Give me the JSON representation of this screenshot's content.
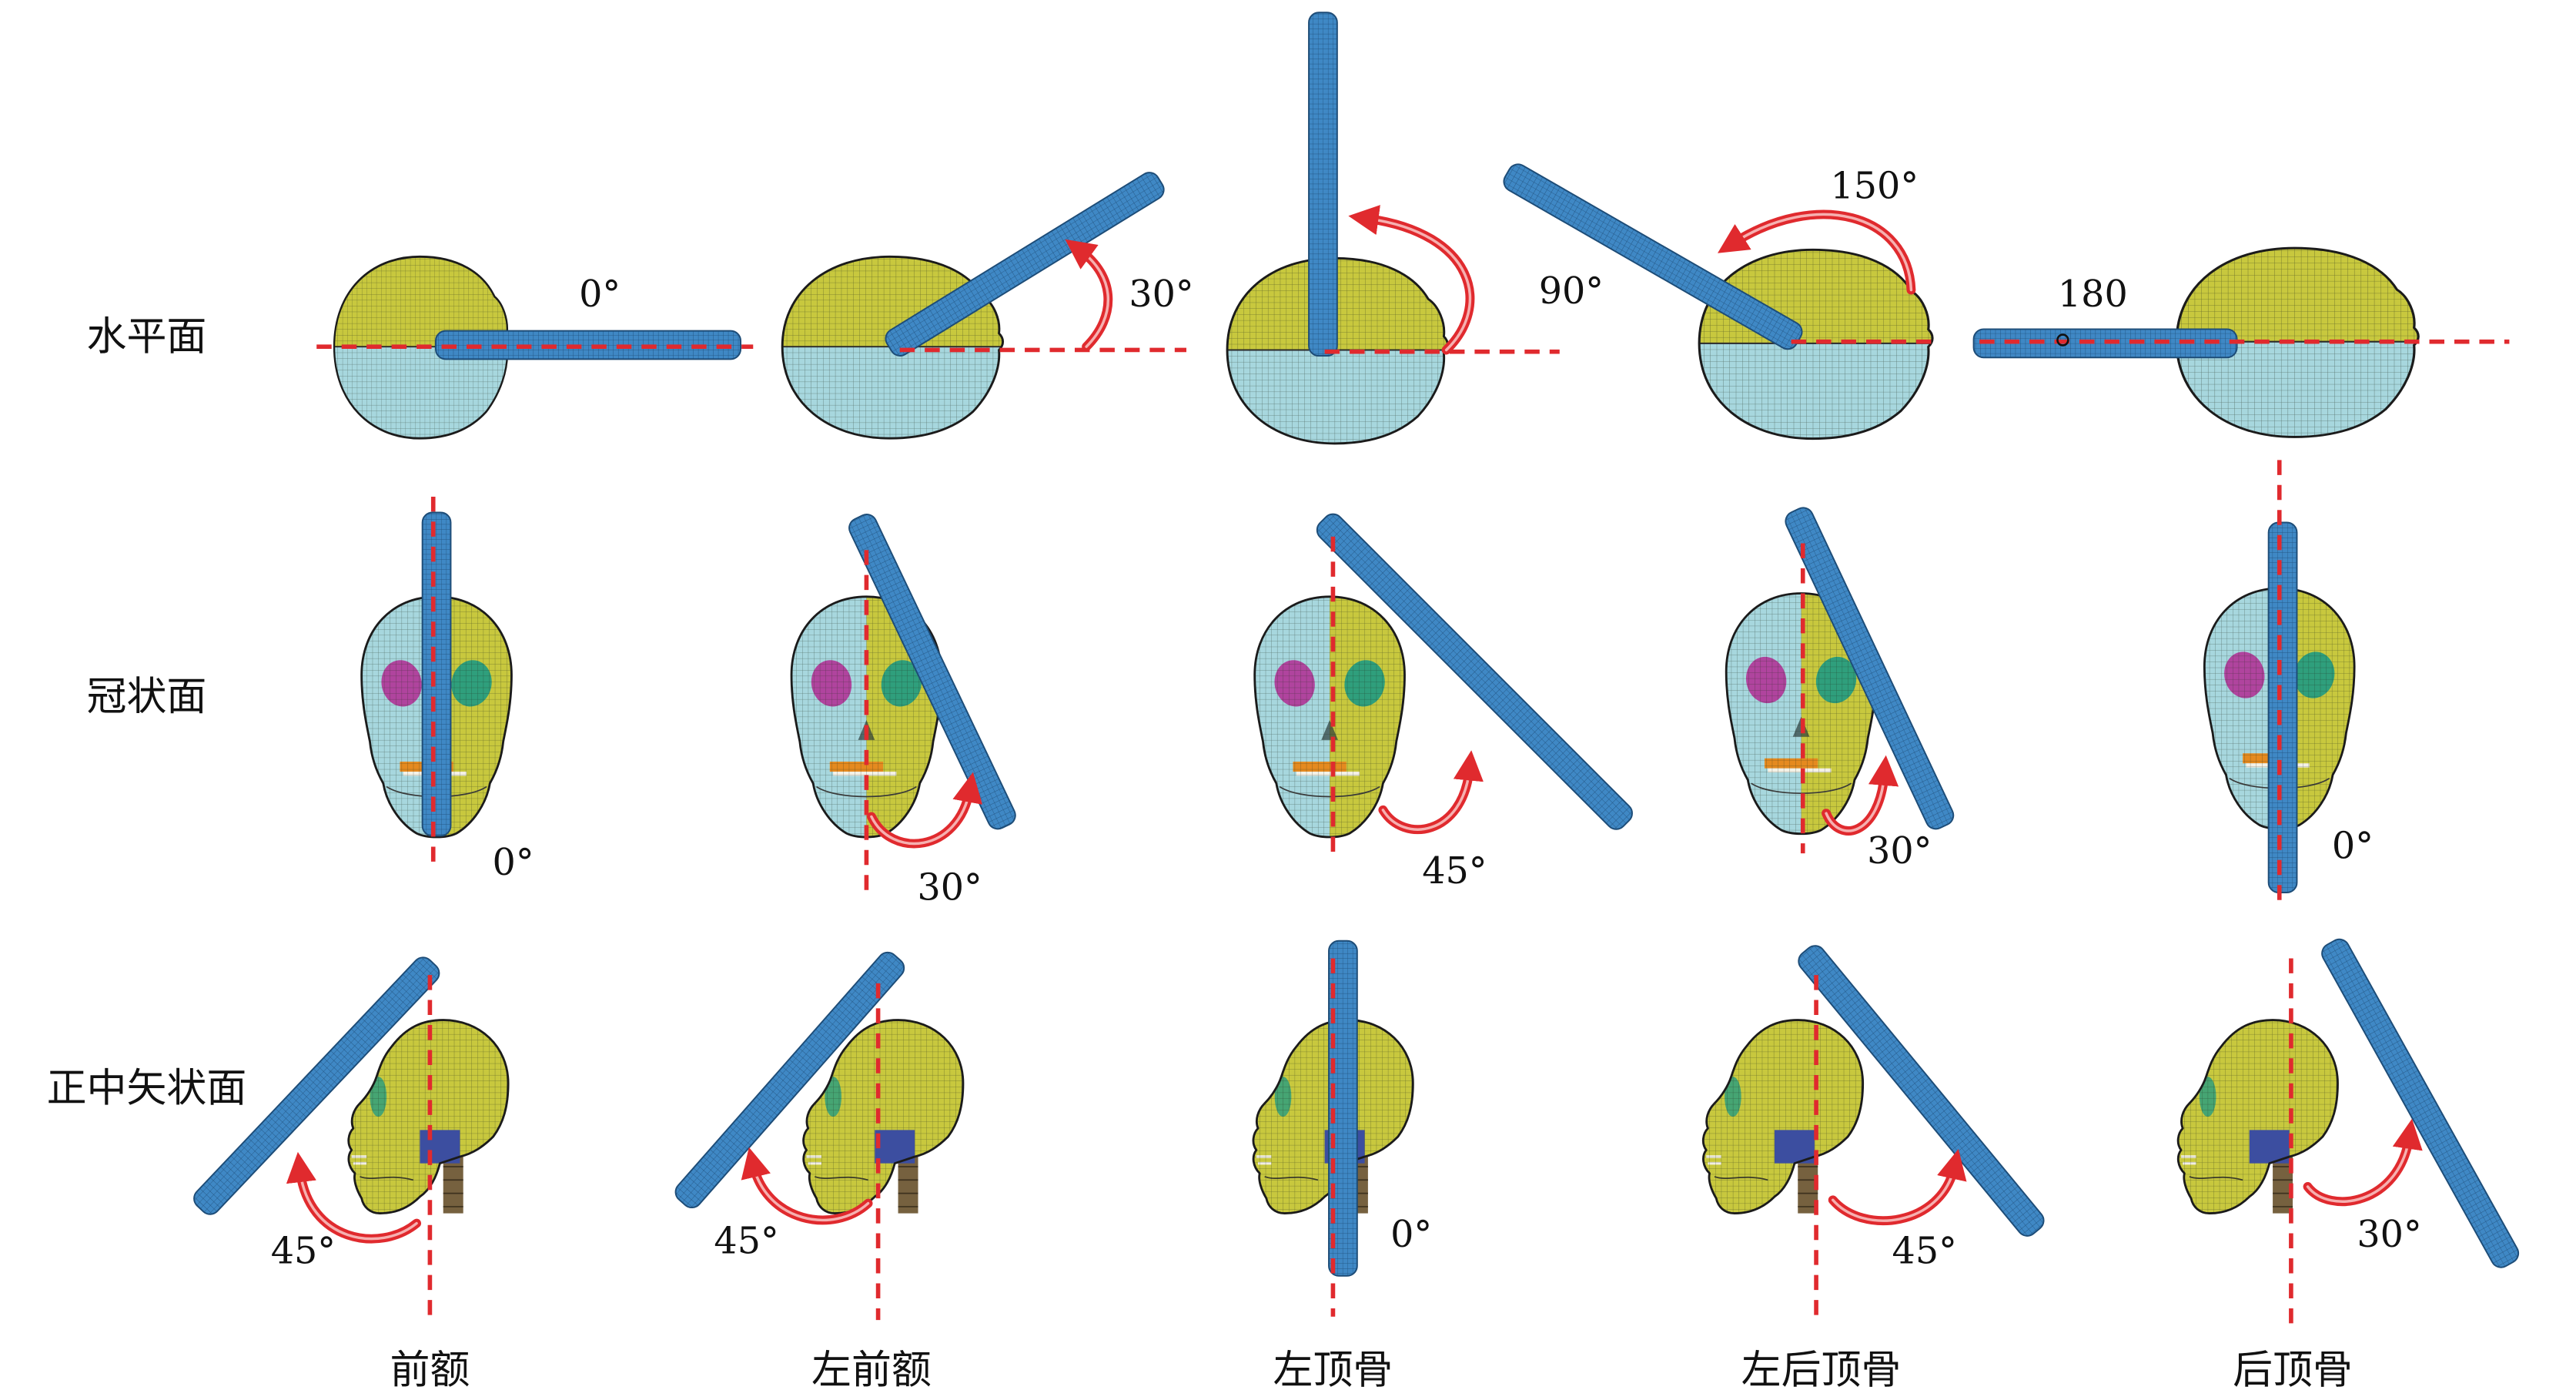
{
  "rows": [
    {
      "label": "水平面",
      "angles": [
        "0°",
        "30°",
        "90°",
        "150°",
        "180"
      ]
    },
    {
      "label": "冠状面",
      "angles": [
        "0°",
        "30°",
        "45°",
        "30°",
        "0°"
      ]
    },
    {
      "label": "正中矢状面",
      "angles": [
        "45°",
        "45°",
        "0°",
        "45°",
        "30°"
      ]
    }
  ],
  "columns": [
    "前额",
    "左前额",
    "左顶骨",
    "左后顶骨",
    "后顶骨"
  ],
  "colors": {
    "model_yellow": "#c8c83e",
    "model_cyan": "#a7d7de",
    "impactor_blue": "#3f88c5",
    "reference_red": "#e02a2e",
    "eye_left_magenta": "#b0449e",
    "eye_right_green": "#2f9f7c",
    "teeth_orange": "#e58a1f",
    "neck_blue": "#3c4ea0",
    "spine_brown": "#76613f"
  }
}
